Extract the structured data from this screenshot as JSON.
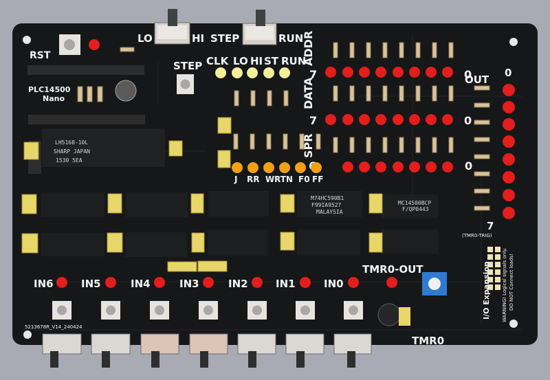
{
  "board": {
    "switches": {
      "clock_low": "LO",
      "clock_high": "HI",
      "step_mode": "STEP",
      "run_mode": "RUN"
    },
    "reset": "RST",
    "step_button": "STEP",
    "name_line1": "PLC14500",
    "name_line2": "Nano",
    "status_row": [
      "CLK",
      "LO",
      "HI",
      "ST",
      "RUN"
    ],
    "addr_label": "ADDR",
    "data_label": "DATA",
    "spr_label": "SPR",
    "addr_msb": "7",
    "addr_lsb": "0",
    "data_msb": "7",
    "data_lsb": "0",
    "spr_msb": "6",
    "spr_lsb": "0",
    "flags": [
      "J",
      "RR",
      "W",
      "RTN",
      "F0",
      "FF"
    ],
    "out_label": "OUT",
    "out_first": "0",
    "out_last": "7",
    "tmro_trig": "(TMR0-TRIG)",
    "inputs": [
      "IN6",
      "IN5",
      "IN4",
      "IN3",
      "IN2",
      "IN1",
      "IN0"
    ],
    "tmro_out": "TMR0-OUT",
    "tmro": "TMR0",
    "io_expansion": "I/O Expansion",
    "warning_line1": "WARNING! Logical signals only.",
    "warning_line2": "DO NOT Connect loads!",
    "serial": "5213678R_V14_240424",
    "sram_chip": [
      "LH5168-10L",
      "SHARP JAPAN",
      "1530 5EA"
    ],
    "mux_chip": [
      "M74HC590B1",
      "F99IA9527",
      "MALAYSIA"
    ],
    "mc_chip": [
      "MC14500BCP",
      "F/QP0443"
    ]
  },
  "colors": {
    "pcb": "#161718",
    "silkscreen": "#f4f4f4",
    "led_red": "#e41d1d",
    "led_yellow": "#f3ef9b",
    "led_amber": "#f3a019",
    "cap_yellow": "#e8d66a"
  }
}
